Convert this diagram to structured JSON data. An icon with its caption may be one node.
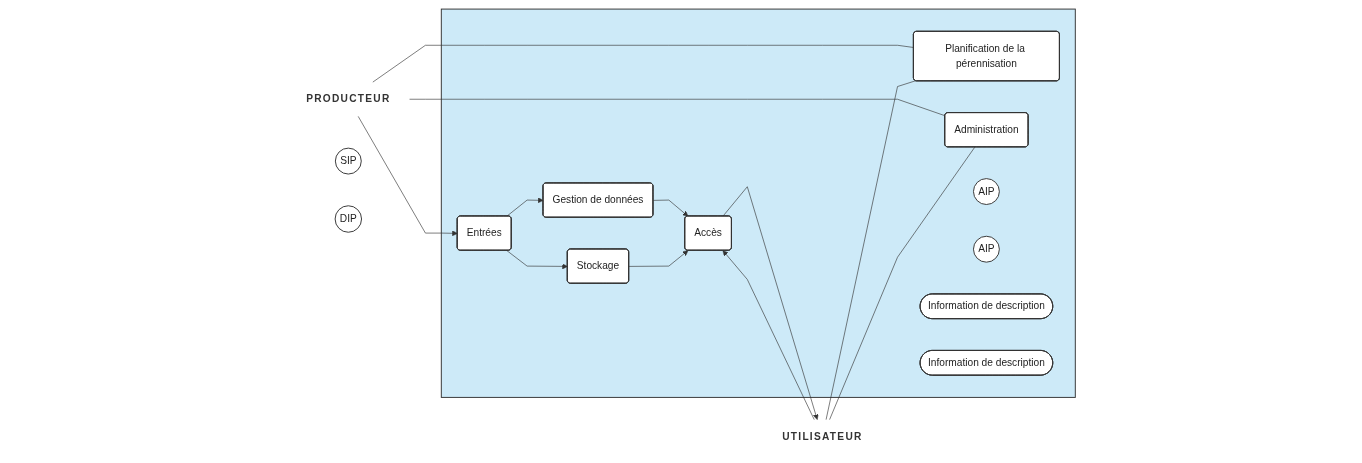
{
  "diagram": {
    "nodes": [
      {
        "text": [
          "PRODUCTEUR"
        ]
      },
      {
        "text": [],
        "shape": "box"
      },
      {
        "text": [
          "Planification de la pérennisation"
        ],
        "in": 1
      },
      {
        "text": [
          "Information de description"
        ],
        "in": 1
      },
      {
        "text": [
          "Gestion de données"
        ],
        "in": 1
      },
      {
        "text": [
          "Information de description"
        ],
        "in": 1
      },
      {
        "text": [
          "Entrées"
        ],
        "in": 1
      },
      {
        "text": [
          "Accès"
        ],
        "in": 1
      },
      {
        "text": [
          "Stockage"
        ],
        "in": 1
      },
      {
        "text": [
          "AIP"
        ],
        "in": 1
      },
      {
        "text": [
          "AIP"
        ],
        "in": 1
      },
      {
        "text": [
          "Administration"
        ],
        "in": 1
      },
      {
        "text": [
          "SIP"
        ]
      },
      {
        "text": [
          "DIP"
        ]
      },
      {
        "text": [
          "UTILISATEUR"
        ]
      }
    ],
    "edges": [
      {
        "from": 0,
        "to": 2,
        "arrow": "none"
      },
      {
        "from": 0,
        "to": 6,
        "arrow": "to"
      },
      {
        "from": 0,
        "to": 11,
        "arrow": "none"
      },
      {
        "from": 6,
        "to": 4,
        "arrow": "to"
      },
      {
        "from": 6,
        "to": 8,
        "arrow": "to"
      },
      {
        "from": 4,
        "to": 7,
        "arrow": "to"
      },
      {
        "from": 8,
        "to": 7,
        "arrow": "to"
      },
      {
        "from": 14,
        "to": 7,
        "arrow": "to"
      },
      {
        "from": 7,
        "to": 14,
        "arrow": "to"
      },
      {
        "from": 14,
        "to": 2,
        "arrow": "none"
      },
      {
        "from": 14,
        "to": 11,
        "arrow": "none"
      }
    ]
  }
}
